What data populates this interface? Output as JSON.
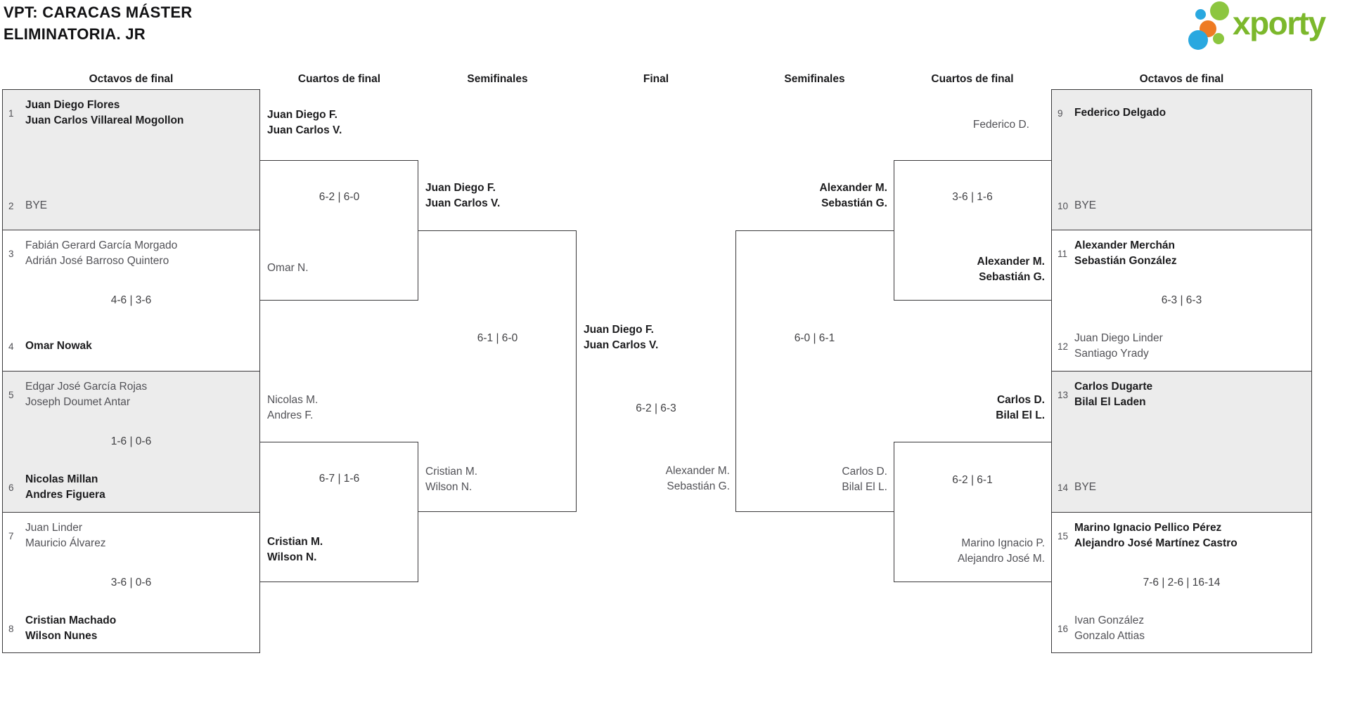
{
  "title": {
    "line1": "VPT: CARACAS MÁSTER",
    "line2": "ELIMINATORIA. JR"
  },
  "logo": {
    "wordmark": "xporty",
    "colors": {
      "brand_green": "#7cb82c",
      "dot_green": "#8cc63f",
      "dot_blue": "#29a8e0",
      "dot_orange": "#ee7b23"
    }
  },
  "rounds": [
    "Octavos de final",
    "Cuartos de final",
    "Semifinales",
    "Final",
    "Semifinales",
    "Cuartos de final",
    "Octavos de final"
  ],
  "bracket": {
    "r16_left": [
      {
        "score": "",
        "teamA": {
          "seed": "1",
          "lines": [
            "Juan Diego Flores",
            "Juan Carlos Villareal Mogollon"
          ],
          "winner": true
        },
        "teamB": {
          "seed": "2",
          "lines": [
            "BYE"
          ],
          "winner": false
        }
      },
      {
        "score": "4-6 | 3-6",
        "teamA": {
          "seed": "3",
          "lines": [
            "Fabián Gerard García Morgado",
            "Adrián José Barroso Quintero"
          ],
          "winner": false
        },
        "teamB": {
          "seed": "4",
          "lines": [
            "Omar Nowak"
          ],
          "winner": true
        }
      },
      {
        "score": "1-6 | 0-6",
        "teamA": {
          "seed": "5",
          "lines": [
            "Edgar José García Rojas",
            "Joseph Doumet Antar"
          ],
          "winner": false
        },
        "teamB": {
          "seed": "6",
          "lines": [
            "Nicolas Millan",
            "Andres Figuera"
          ],
          "winner": true
        }
      },
      {
        "score": "3-6 | 0-6",
        "teamA": {
          "seed": "7",
          "lines": [
            "Juan Linder",
            "Mauricio Álvarez"
          ],
          "winner": false
        },
        "teamB": {
          "seed": "8",
          "lines": [
            "Cristian Machado",
            "Wilson Nunes"
          ],
          "winner": true
        }
      }
    ],
    "r16_right": [
      {
        "score": "",
        "teamA": {
          "seed": "9",
          "lines": [
            "Federico Delgado"
          ],
          "winner": true
        },
        "teamB": {
          "seed": "10",
          "lines": [
            "BYE"
          ],
          "winner": false
        }
      },
      {
        "score": "6-3 | 6-3",
        "teamA": {
          "seed": "11",
          "lines": [
            "Alexander Merchán",
            "Sebastián González"
          ],
          "winner": true
        },
        "teamB": {
          "seed": "12",
          "lines": [
            "Juan Diego Linder",
            "Santiago Yrady"
          ],
          "winner": false
        }
      },
      {
        "score": "",
        "teamA": {
          "seed": "13",
          "lines": [
            "Carlos Dugarte",
            "Bilal El Laden"
          ],
          "winner": true
        },
        "teamB": {
          "seed": "14",
          "lines": [
            "BYE"
          ],
          "winner": false
        }
      },
      {
        "score": "7-6 | 2-6 | 16-14",
        "teamA": {
          "seed": "15",
          "lines": [
            "Marino Ignacio Pellico Pérez",
            "Alejandro José Martínez Castro"
          ],
          "winner": true
        },
        "teamB": {
          "seed": "16",
          "lines": [
            "Ivan González",
            "Gonzalo Attias"
          ],
          "winner": false
        }
      }
    ],
    "qf_left": [
      {
        "score": "6-2 | 6-0",
        "teamA": {
          "lines": [
            "Juan Diego F.",
            "Juan Carlos V."
          ],
          "winner": true
        },
        "teamB": {
          "lines": [
            "Omar N."
          ],
          "winner": false
        }
      },
      {
        "score": "6-7 | 1-6",
        "teamA": {
          "lines": [
            "Nicolas M.",
            "Andres F."
          ],
          "winner": false
        },
        "teamB": {
          "lines": [
            "Cristian M.",
            "Wilson N."
          ],
          "winner": true
        }
      }
    ],
    "qf_right": [
      {
        "score": "3-6 | 1-6",
        "teamA": {
          "lines": [
            "Federico D."
          ],
          "winner": false
        },
        "teamB": {
          "lines": [
            "Alexander M.",
            "Sebastián G."
          ],
          "winner": true
        }
      },
      {
        "score": "6-2 | 6-1",
        "teamA": {
          "lines": [
            "Carlos D.",
            "Bilal El L."
          ],
          "winner": true
        },
        "teamB": {
          "lines": [
            "Marino Ignacio P.",
            "Alejandro José M."
          ],
          "winner": false
        }
      }
    ],
    "sf_left": {
      "score": "6-1 | 6-0",
      "teamA": {
        "lines": [
          "Juan Diego F.",
          "Juan Carlos V."
        ],
        "winner": true
      },
      "teamB": {
        "lines": [
          "Cristian M.",
          "Wilson N."
        ],
        "winner": false
      }
    },
    "sf_right": {
      "score": "6-0 | 6-1",
      "teamA": {
        "lines": [
          "Alexander M.",
          "Sebastián G."
        ],
        "winner": true
      },
      "teamB": {
        "lines": [
          "Carlos D.",
          "Bilal El L."
        ],
        "winner": false
      }
    },
    "final": {
      "score": "6-2 | 6-3",
      "teamA": {
        "lines": [
          "Juan Diego F.",
          "Juan Carlos V."
        ],
        "winner": true
      },
      "teamB": {
        "lines": [
          "Alexander M.",
          "Sebastián G."
        ],
        "winner": false
      }
    }
  }
}
